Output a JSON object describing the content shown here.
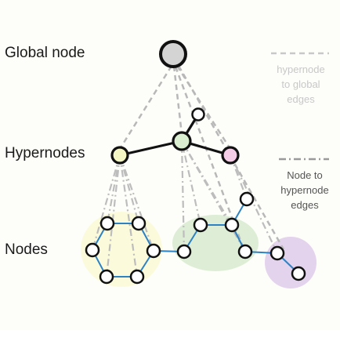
{
  "labels": {
    "global_node": "Global node",
    "hypernodes": "Hypernodes",
    "nodes": "Nodes"
  },
  "legend": {
    "hypernode_to_global": [
      "hypernode",
      "to global",
      "edges"
    ],
    "node_to_hypernode": [
      "Node to",
      "hypernode",
      "edges"
    ]
  },
  "colors": {
    "global_node_fill": "#d4d4d4",
    "hypernode_yellow": "#f4f7c4",
    "hypernode_green": "#d9efcf",
    "hypernode_pink": "#f6cde6",
    "region_yellow": "#fbfbdc",
    "region_green": "#deeed6",
    "region_purple": "#e3d3ec",
    "node_edge": "#2d82c4",
    "dashed_edge": "#b8b8b8",
    "strong_edge": "#111111"
  }
}
